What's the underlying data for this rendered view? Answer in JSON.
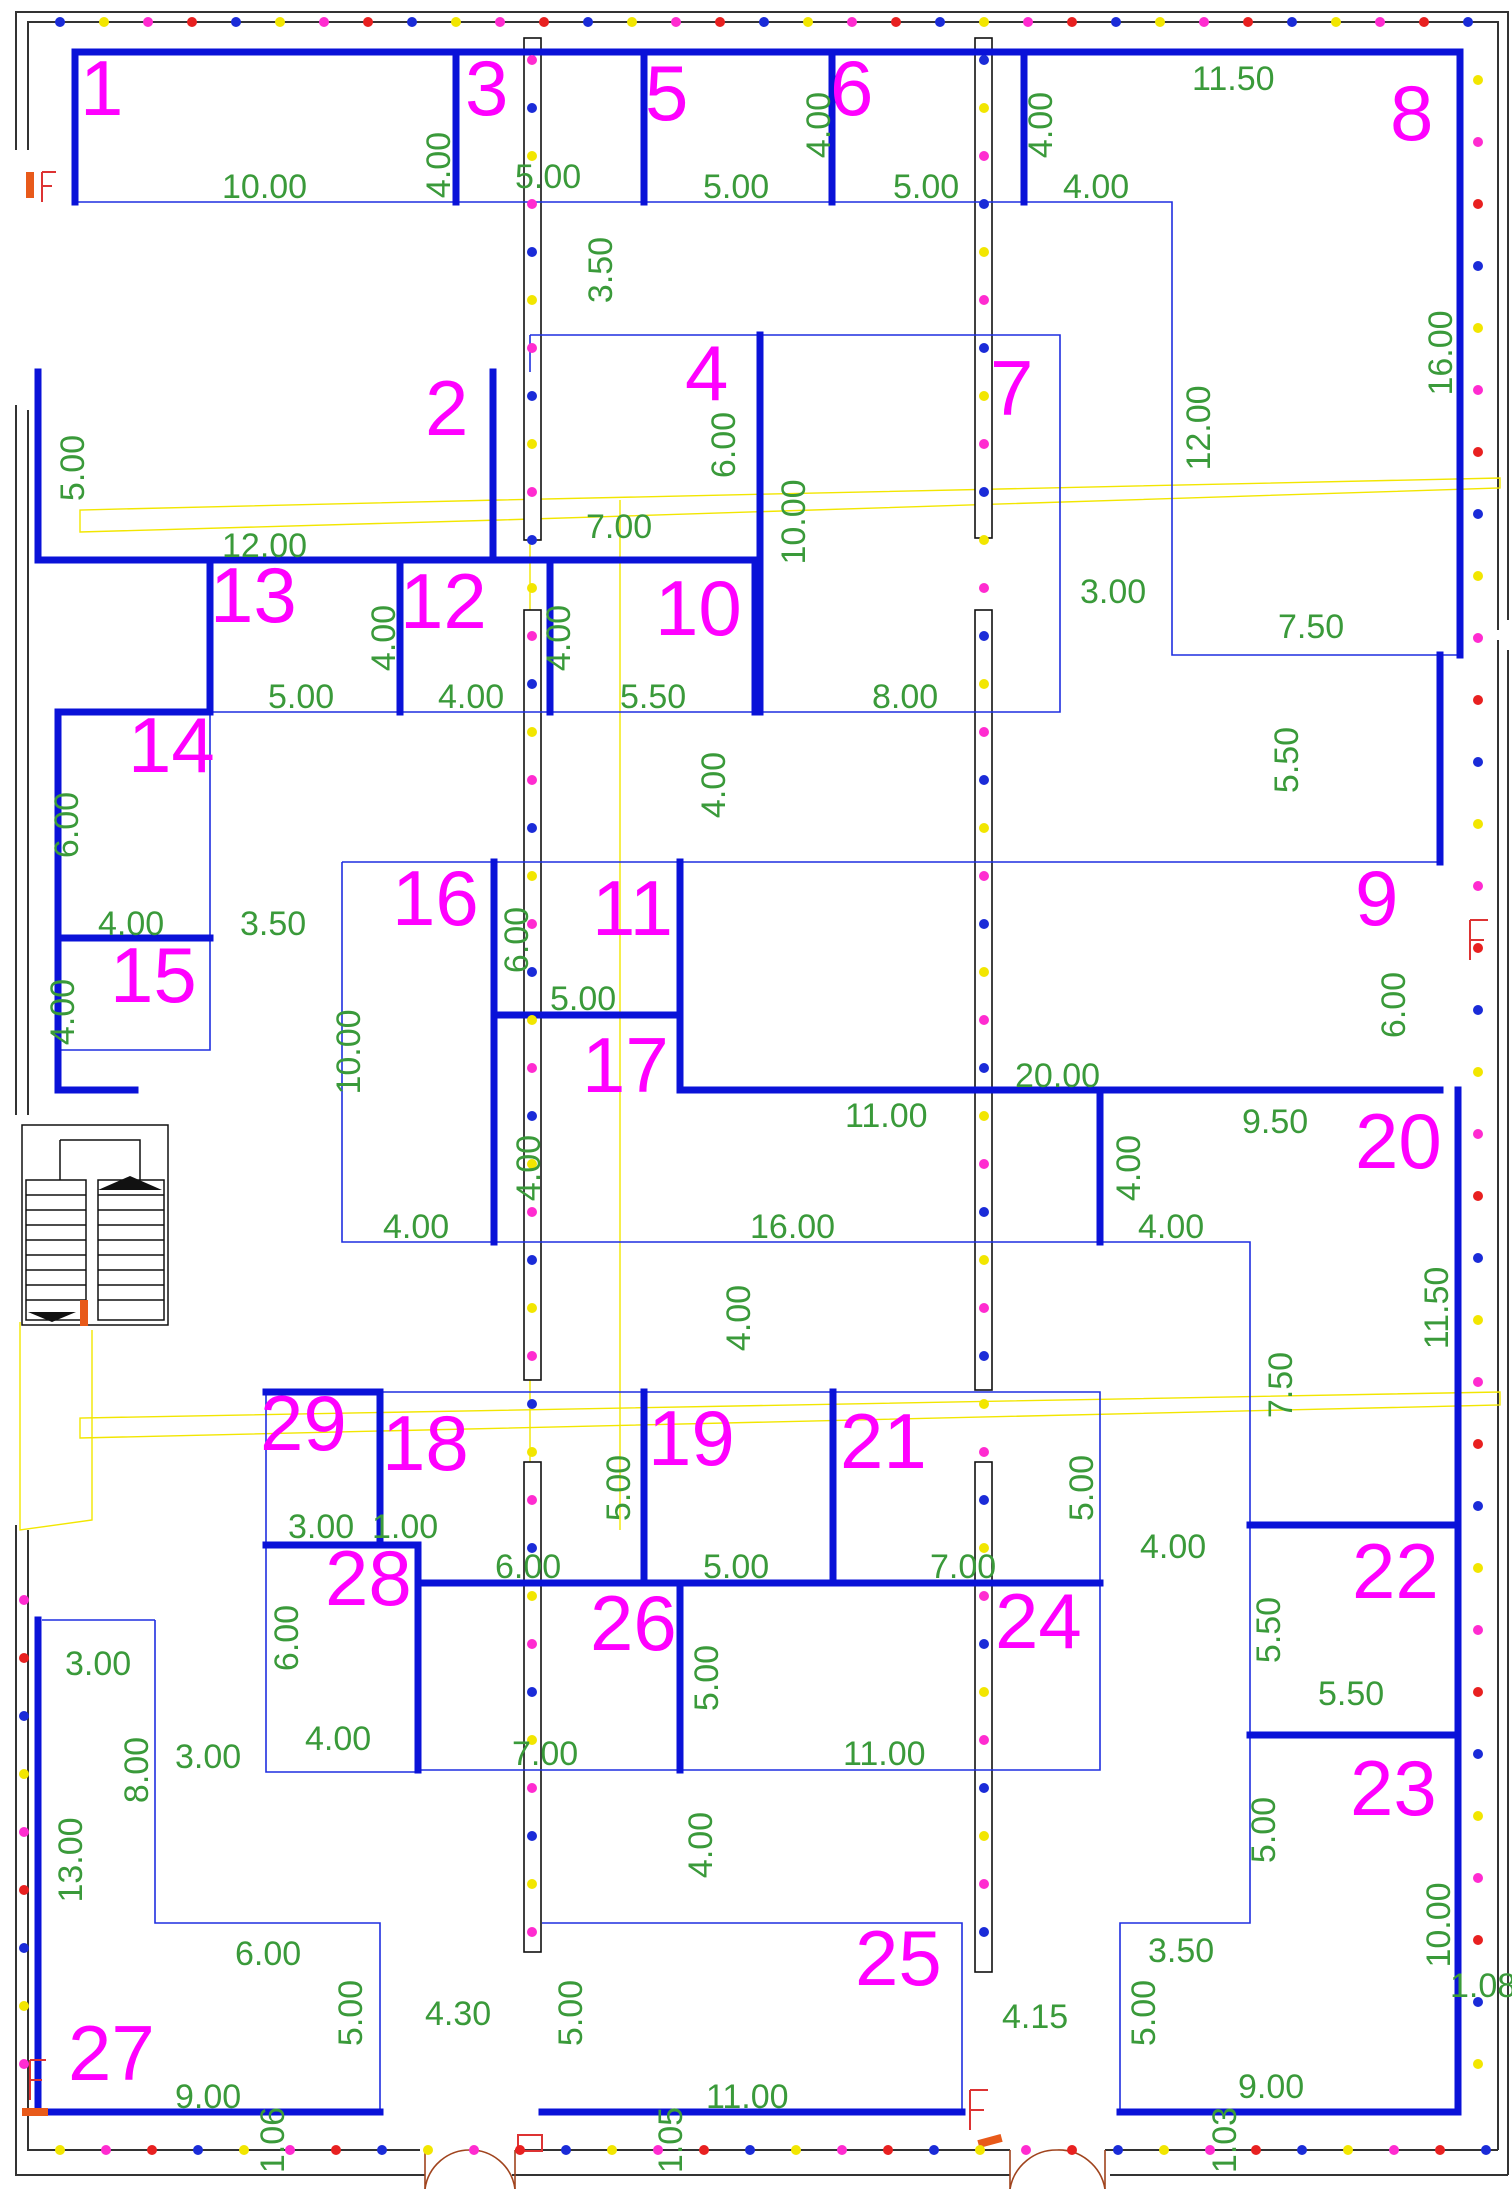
{
  "booths": [
    {
      "num": "1"
    },
    {
      "num": "2"
    },
    {
      "num": "3"
    },
    {
      "num": "4"
    },
    {
      "num": "5"
    },
    {
      "num": "6"
    },
    {
      "num": "7"
    },
    {
      "num": "8"
    },
    {
      "num": "9"
    },
    {
      "num": "10"
    },
    {
      "num": "11"
    },
    {
      "num": "12"
    },
    {
      "num": "13"
    },
    {
      "num": "14"
    },
    {
      "num": "15"
    },
    {
      "num": "16"
    },
    {
      "num": "17"
    },
    {
      "num": "18"
    },
    {
      "num": "19"
    },
    {
      "num": "20"
    },
    {
      "num": "21"
    },
    {
      "num": "22"
    },
    {
      "num": "23"
    },
    {
      "num": "24"
    },
    {
      "num": "25"
    },
    {
      "num": "26"
    },
    {
      "num": "27"
    },
    {
      "num": "28"
    },
    {
      "num": "29"
    }
  ],
  "dimensions": [
    "10.00",
    "4.00",
    "5.00",
    "5.00",
    "4.00",
    "5.00",
    "4.00",
    "4.00",
    "11.50",
    "3.50",
    "5.00",
    "12.00",
    "6.00",
    "7.00",
    "10.00",
    "12.00",
    "16.00",
    "3.00",
    "7.50",
    "4.00",
    "5.00",
    "4.00",
    "4.00",
    "5.50",
    "8.00",
    "6.00",
    "4.00",
    "4.00",
    "3.50",
    "5.50",
    "4.00",
    "10.00",
    "5.00",
    "6.00",
    "6.00",
    "20.00",
    "11.00",
    "9.50",
    "4.00",
    "4.00",
    "16.00",
    "4.00",
    "4.00",
    "11.50",
    "7.50",
    "4.00",
    "5.00",
    "3.00",
    "1.00",
    "6.00",
    "5.00",
    "7.00",
    "5.00",
    "4.00",
    "6.00",
    "4.00",
    "7.00",
    "5.00",
    "11.00",
    "5.50",
    "5.50",
    "3.00",
    "8.00",
    "3.00",
    "13.00",
    "4.00",
    "5.00",
    "6.00",
    "5.00",
    "4.30",
    "5.00",
    "11.00",
    "4.15",
    "3.50",
    "5.00",
    "9.00",
    "10.00",
    "9.00",
    "1.08",
    "1.06",
    "1.05",
    "1.03"
  ],
  "colors": {
    "booth_number": "#ff00ff",
    "dimension": "#3a9a3a",
    "booth_line": "#0a12d8",
    "track": "#f2e600",
    "fire_point": "#e85a1a"
  }
}
